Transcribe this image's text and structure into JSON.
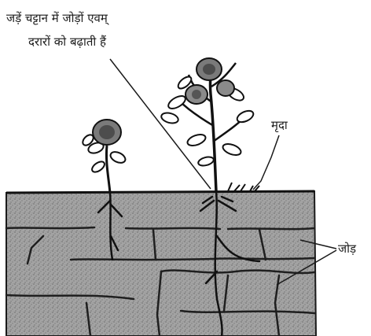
{
  "labels": {
    "roots_caption_line1": "जड़ें चट्टान में जोड़ों एवम्",
    "roots_caption_line2": "दरारों को बढ़ाती हैं",
    "soil": "मृदा",
    "joint": "जोड़"
  },
  "colors": {
    "ink": "#1a1a1a",
    "rock_fill": "#9e9e9e",
    "rock_dark": "#6f6f6f",
    "paper": "#ffffff"
  }
}
